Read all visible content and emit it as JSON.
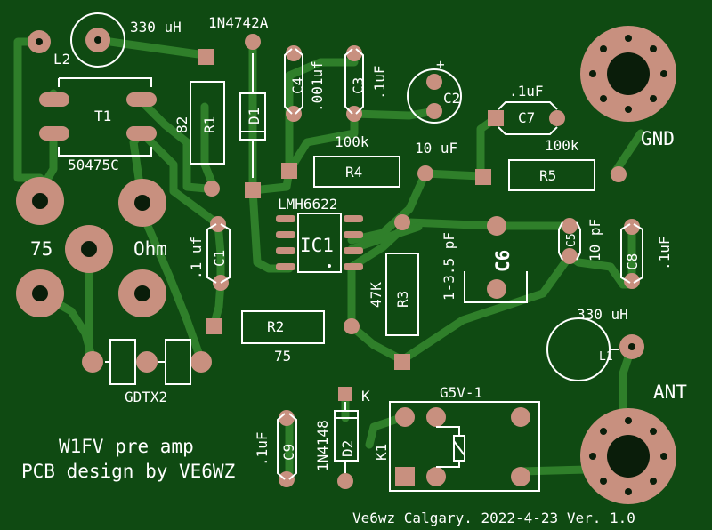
{
  "colors": {
    "board": "#0f4a12",
    "trace": "#2f7f2a",
    "pad": "#c8907f",
    "silk": "#ffffff"
  },
  "labels": {
    "l2_value": "330 uH",
    "d1_part": "1N4742A",
    "l2_ref": "L2",
    "t1_ref": "T1",
    "r1_value": "82",
    "r1_ref": "R1",
    "d1_ref": "D1",
    "c4_ref": "C4",
    "c4_value": ".001uf",
    "c3_ref": "C3",
    "c3_value": ".1uF",
    "c2_ref": "C2",
    "c2_value": "10 uF",
    "c2_plus": "+",
    "c7_ref": "C7",
    "c7_value": ".1uF",
    "gnd": "GND",
    "r4_value": "100k",
    "r4_ref": "R4",
    "r5_value": "100k",
    "r5_ref": "R5",
    "t1_part": "50475C",
    "ic1_part": "LMH6622",
    "ic1_ref": "IC1",
    "c1_ref": "C1",
    "c1_value": ".1 uf",
    "ohm_75": "75",
    "ohm_word": "Ohm",
    "r3_ref": "R3",
    "r3_value": "47K",
    "c6_range": "1-3.5 pF",
    "c6_ref": "C6",
    "c5_ref": "C5",
    "c5_value": "10 pF",
    "c8_ref": "C8",
    "c8_value": ".1uF",
    "r2_ref": "R2",
    "r2_value": "75",
    "l1_value": "330 uH",
    "l1_ref": "L1",
    "gdt_part": "GDTX2",
    "ant": "ANT",
    "k_mark": "K",
    "relay_part": "G5V-1",
    "d2_ref": "D2",
    "d2_part": "1N4148",
    "c9_ref": "C9",
    "c9_value": ".1uF",
    "k1_ref": "K1",
    "title_line1": "W1FV pre amp",
    "title_line2": "PCB design by VE6WZ",
    "footer": "Ve6wz Calgary. 2022-4-23 Ver. 1.0"
  }
}
